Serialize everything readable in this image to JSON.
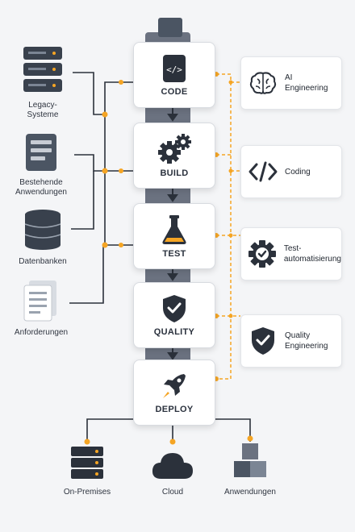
{
  "sources": [
    {
      "id": "legacy",
      "label_lines": [
        "Legacy-",
        "Systeme"
      ],
      "icon": "server-rack-icon"
    },
    {
      "id": "apps",
      "label_lines": [
        "Bestehende",
        "Anwendungen"
      ],
      "icon": "document-stack-icon"
    },
    {
      "id": "db",
      "label_lines": [
        "Datenbanken"
      ],
      "icon": "database-icon"
    },
    {
      "id": "req",
      "label_lines": [
        "Anforderungen"
      ],
      "icon": "documents-icon"
    }
  ],
  "stages": [
    {
      "label": "CODE",
      "icon": "code-file-icon"
    },
    {
      "label": "BUILD",
      "icon": "gears-icon"
    },
    {
      "label": "TEST",
      "icon": "flask-icon"
    },
    {
      "label": "QUALITY",
      "icon": "shield-check-icon"
    },
    {
      "label": "DEPLOY",
      "icon": "rocket-icon"
    }
  ],
  "capabilities": [
    {
      "label_lines": [
        "AI",
        "Engineering"
      ],
      "icon": "brain-icon"
    },
    {
      "label_lines": [
        "Coding"
      ],
      "icon": "code-brackets-icon"
    },
    {
      "label_lines": [
        "Test-",
        "automatisierung"
      ],
      "icon": "gear-check-icon"
    },
    {
      "label_lines": [
        "Quality",
        "Engineering"
      ],
      "icon": "shield-check-icon"
    }
  ],
  "targets": [
    {
      "label": "On-Premises",
      "icon": "server-stack-icon"
    },
    {
      "label": "Cloud",
      "icon": "cloud-icon"
    },
    {
      "label": "Anwendungen",
      "icon": "cubes-icon"
    }
  ],
  "colors": {
    "accent": "#f5a524",
    "dark": "#2b313b",
    "line": "#2b313b"
  }
}
